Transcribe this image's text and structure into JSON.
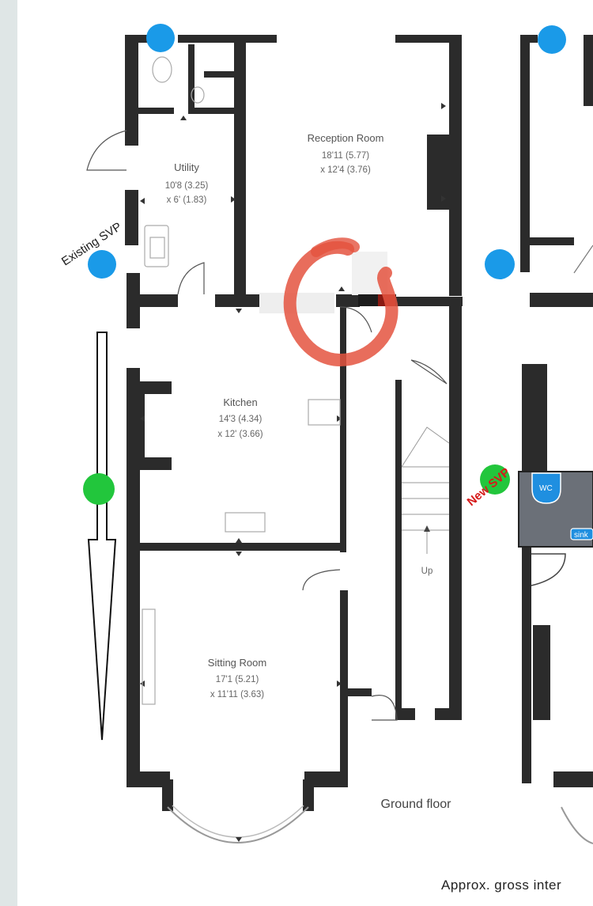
{
  "rooms": {
    "reception": {
      "name": "Reception Room",
      "dim1": "18'11 (5.77)",
      "dim2": "x 12'4 (3.76)"
    },
    "utility": {
      "name": "Utility",
      "dim1": "10'8 (3.25)",
      "dim2": "x 6' (1.83)"
    },
    "kitchen": {
      "name": "Kitchen",
      "dim1": "14'3 (4.34)",
      "dim2": "x 12' (3.66)"
    },
    "sitting": {
      "name": "Sitting Room",
      "dim1": "17'1 (5.21)",
      "dim2": "x 11'11 (3.63)"
    }
  },
  "stairs": {
    "label": "Up"
  },
  "floor_label": "Ground floor",
  "footer": "Approx. gross inter",
  "annotations": {
    "existing_svp": "Existing SVP",
    "new_svp": "New SVP",
    "wc": "WC",
    "sink": "sink"
  },
  "colors": {
    "wall": "#2b2b2b",
    "svp_existing": "#1a9ae8",
    "svp_new": "#22c63c",
    "highlight": "#e24a3a",
    "proposed_room": "#6b7078",
    "wc_fill": "#1f8fe0"
  }
}
